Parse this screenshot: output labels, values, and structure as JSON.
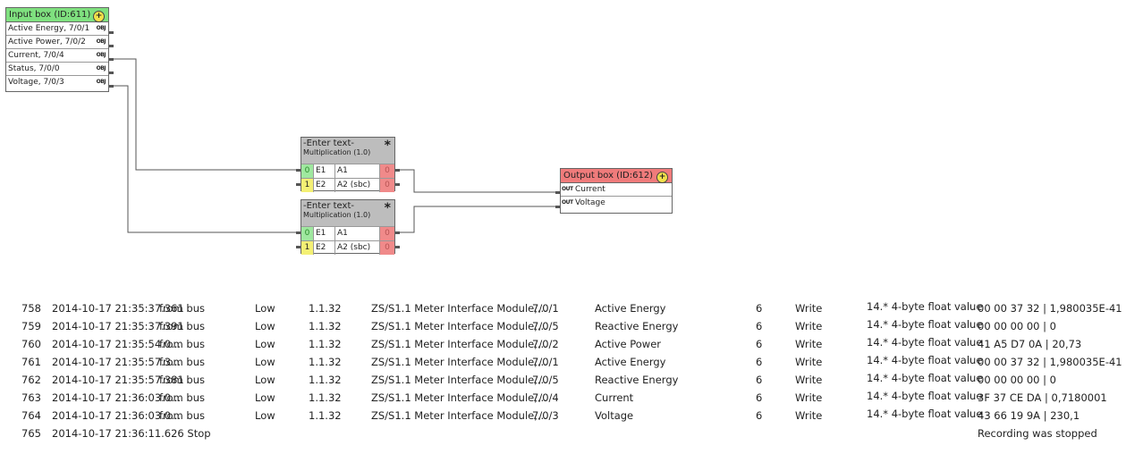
{
  "input_box": {
    "title": "Input box (ID:611)",
    "rows": [
      {
        "label": "Active Energy, 7/0/1",
        "tag": "OBJ"
      },
      {
        "label": "Active Power, 7/0/2",
        "tag": "OBJ"
      },
      {
        "label": "Current, 7/0/4",
        "tag": "OBJ"
      },
      {
        "label": "Status, 7/0/0",
        "tag": "OBJ"
      },
      {
        "label": "Voltage, 7/0/3",
        "tag": "OBJ"
      }
    ]
  },
  "mult_blocks": [
    {
      "title": "-Enter text-",
      "subtitle": "Multiplication (1.0)",
      "star": "*",
      "in1_val": "0",
      "in1_name": "E1",
      "out1_name": "A1",
      "out1_val": "0",
      "in2_val": "1",
      "in2_name": "E2",
      "out2_name": "A2 (sbc)",
      "out2_val": "0"
    },
    {
      "title": "-Enter text-",
      "subtitle": "Multiplication (1.0)",
      "star": "*",
      "in1_val": "0",
      "in1_name": "E1",
      "out1_name": "A1",
      "out1_val": "0",
      "in2_val": "1",
      "in2_name": "E2",
      "out2_name": "A2 (sbc)",
      "out2_val": "0"
    }
  ],
  "output_box": {
    "title": "Output box (ID:612)",
    "rows": [
      {
        "label": "Current",
        "tag": "OUT"
      },
      {
        "label": "Voltage",
        "tag": "OUT"
      }
    ]
  },
  "log": [
    {
      "no": "758",
      "time": "2014-10-17 21:35:37.361",
      "src": "from bus",
      "prio": "Low",
      "addr": "1.1.32",
      "device": "ZS/S1.1 Meter Interface Module,...",
      "ga": "7/0/1",
      "name": "Active Energy",
      "hops": "6",
      "type": "Write",
      "dpt": "14.* 4-byte float value",
      "data": "00 00 37 32 | 1,980035E-41"
    },
    {
      "no": "759",
      "time": "2014-10-17 21:35:37.391",
      "src": "from bus",
      "prio": "Low",
      "addr": "1.1.32",
      "device": "ZS/S1.1 Meter Interface Module,...",
      "ga": "7/0/5",
      "name": "Reactive Energy",
      "hops": "6",
      "type": "Write",
      "dpt": "14.* 4-byte float value",
      "data": "00 00 00 00 | 0"
    },
    {
      "no": "760",
      "time": "2014-10-17 21:35:54.0...",
      "src": "from bus",
      "prio": "Low",
      "addr": "1.1.32",
      "device": "ZS/S1.1 Meter Interface Module,...",
      "ga": "7/0/2",
      "name": "Active Power",
      "hops": "6",
      "type": "Write",
      "dpt": "14.* 4-byte float value",
      "data": "41 A5 D7 0A | 20,73"
    },
    {
      "no": "761",
      "time": "2014-10-17 21:35:57.3...",
      "src": "from bus",
      "prio": "Low",
      "addr": "1.1.32",
      "device": "ZS/S1.1 Meter Interface Module,...",
      "ga": "7/0/1",
      "name": "Active Energy",
      "hops": "6",
      "type": "Write",
      "dpt": "14.* 4-byte float value",
      "data": "00 00 37 32 | 1,980035E-41"
    },
    {
      "no": "762",
      "time": "2014-10-17 21:35:57.381",
      "src": "from bus",
      "prio": "Low",
      "addr": "1.1.32",
      "device": "ZS/S1.1 Meter Interface Module,...",
      "ga": "7/0/5",
      "name": "Reactive Energy",
      "hops": "6",
      "type": "Write",
      "dpt": "14.* 4-byte float value",
      "data": "00 00 00 00 | 0"
    },
    {
      "no": "763",
      "time": "2014-10-17 21:36:03.0...",
      "src": "from bus",
      "prio": "Low",
      "addr": "1.1.32",
      "device": "ZS/S1.1 Meter Interface Module,...",
      "ga": "7/0/4",
      "name": "Current",
      "hops": "6",
      "type": "Write",
      "dpt": "14.* 4-byte float value",
      "data": "3F 37 CE DA | 0,7180001"
    },
    {
      "no": "764",
      "time": "2014-10-17 21:36:03.0...",
      "src": "from bus",
      "prio": "Low",
      "addr": "1.1.32",
      "device": "ZS/S1.1 Meter Interface Module,...",
      "ga": "7/0/3",
      "name": "Voltage",
      "hops": "6",
      "type": "Write",
      "dpt": "14.* 4-byte float value",
      "data": "43 66 19 9A | 230,1"
    },
    {
      "no": "765",
      "time": "2014-10-17 21:36:11.626 Stop",
      "src": "",
      "prio": "",
      "addr": "",
      "device": "",
      "ga": "",
      "name": "",
      "hops": "",
      "type": "",
      "dpt": "",
      "data": "Recording was stopped"
    }
  ]
}
